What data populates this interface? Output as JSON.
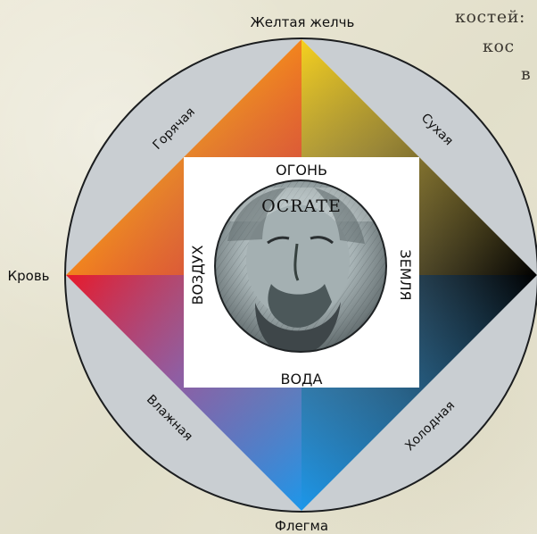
{
  "background_text": {
    "line1": "костей:",
    "line2": "кос",
    "line3": "в"
  },
  "diagram": {
    "humors": {
      "top": "Желтая желчь",
      "left": "Кровь",
      "bottom": "Флегма"
    },
    "qualities": {
      "hot": "Горячая",
      "dry": "Сухая",
      "wet": "Влажная",
      "cold": "Холодная"
    },
    "elements": {
      "fire": "ОГОНЬ",
      "earth": "ЗЕМЛЯ",
      "water": "ВОДА",
      "air": "ВОЗДУХ"
    },
    "portrait_inscription": "OCRATE"
  },
  "colors": {
    "yellow": "#f6d21f",
    "red": "#e8192a",
    "blue": "#1c97ea",
    "black": "#000000",
    "ring": "#c9ced2",
    "outline": "#1b1d1f"
  }
}
